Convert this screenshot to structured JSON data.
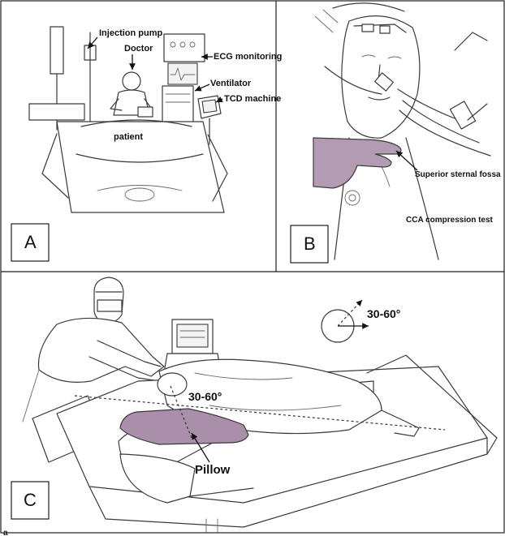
{
  "panels": {
    "a": {
      "letter": "A",
      "labels": {
        "injection_pump": "Injection pump",
        "doctor": "Doctor",
        "ecg_monitoring": "ECG monitoring",
        "ventilator": "Ventilator",
        "tcd_machine": "TCD machine",
        "patient": "patient"
      }
    },
    "b": {
      "letter": "B",
      "labels": {
        "superior_sternal_fossa": "Superior sternal fossa",
        "cca_compression_test": "CCA compression test"
      },
      "glove_color": "#b49bb4"
    },
    "c": {
      "letter": "C",
      "labels": {
        "angle_legend": "30-60°",
        "head_angle": "30-60°",
        "pillow": "Pillow"
      },
      "pillow_color": "#a98fa9"
    }
  },
  "footer_mark": "a"
}
